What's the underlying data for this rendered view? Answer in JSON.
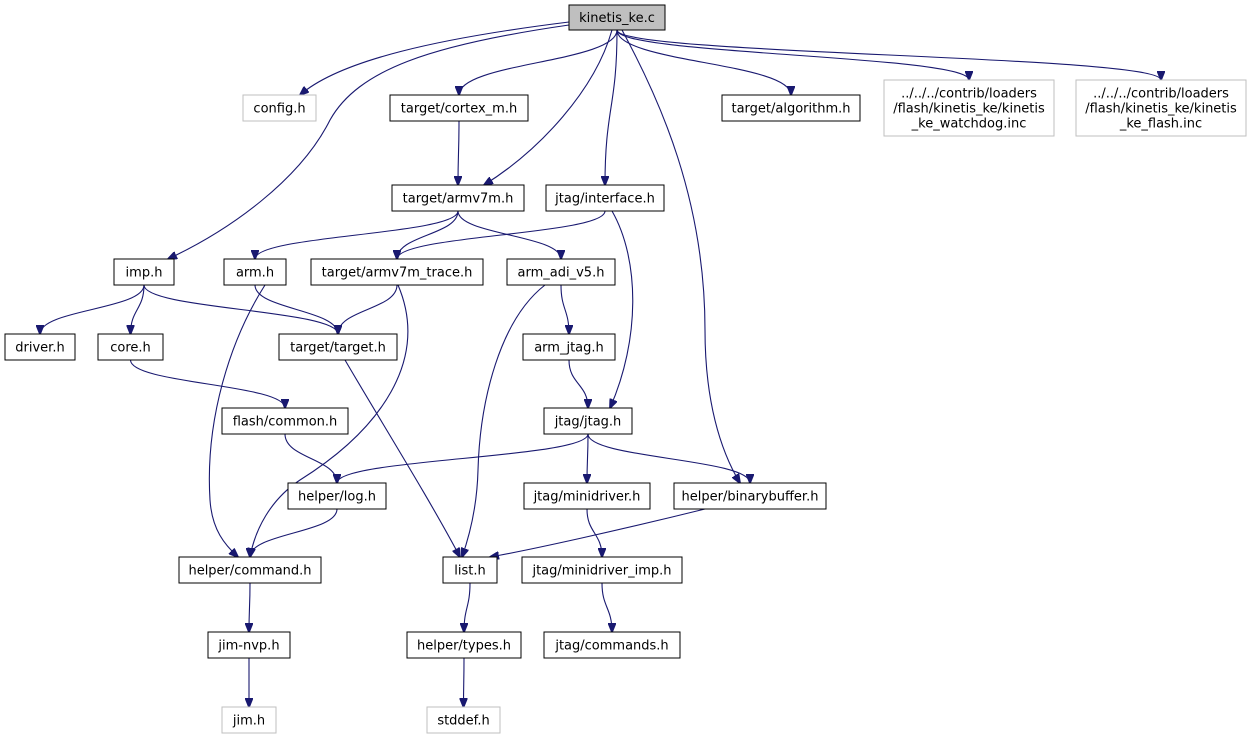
{
  "colors": {
    "edge": "#191970",
    "node_border": "#000000",
    "missing_border": "#bfbfbf",
    "root_fill": "#bfbfbf",
    "node_fill": "#ffffff"
  },
  "nodes": [
    {
      "id": "kinetis_ke_c",
      "lines": [
        "kinetis_ke.c"
      ],
      "style": "root"
    },
    {
      "id": "config_h",
      "lines": [
        "config.h"
      ],
      "style": "missing"
    },
    {
      "id": "target_cortex_m_h",
      "lines": [
        "target/cortex_m.h"
      ],
      "style": "normal"
    },
    {
      "id": "target_algorithm_h",
      "lines": [
        "target/algorithm.h"
      ],
      "style": "normal"
    },
    {
      "id": "kinetis_ke_watchdog_inc",
      "lines": [
        "../../../contrib/loaders",
        "/flash/kinetis_ke/kinetis",
        "_ke_watchdog.inc"
      ],
      "style": "missing"
    },
    {
      "id": "kinetis_ke_flash_inc",
      "lines": [
        "../../../contrib/loaders",
        "/flash/kinetis_ke/kinetis",
        "_ke_flash.inc"
      ],
      "style": "missing"
    },
    {
      "id": "target_armv7m_h",
      "lines": [
        "target/armv7m.h"
      ],
      "style": "normal"
    },
    {
      "id": "jtag_interface_h",
      "lines": [
        "jtag/interface.h"
      ],
      "style": "normal"
    },
    {
      "id": "imp_h",
      "lines": [
        "imp.h"
      ],
      "style": "normal"
    },
    {
      "id": "arm_h",
      "lines": [
        "arm.h"
      ],
      "style": "normal"
    },
    {
      "id": "target_armv7m_trace_h",
      "lines": [
        "target/armv7m_trace.h"
      ],
      "style": "normal"
    },
    {
      "id": "arm_adi_v5_h",
      "lines": [
        "arm_adi_v5.h"
      ],
      "style": "normal"
    },
    {
      "id": "driver_h",
      "lines": [
        "driver.h"
      ],
      "style": "normal"
    },
    {
      "id": "core_h",
      "lines": [
        "core.h"
      ],
      "style": "normal"
    },
    {
      "id": "target_target_h",
      "lines": [
        "target/target.h"
      ],
      "style": "normal"
    },
    {
      "id": "arm_jtag_h",
      "lines": [
        "arm_jtag.h"
      ],
      "style": "normal"
    },
    {
      "id": "flash_common_h",
      "lines": [
        "flash/common.h"
      ],
      "style": "normal"
    },
    {
      "id": "jtag_jtag_h",
      "lines": [
        "jtag/jtag.h"
      ],
      "style": "normal"
    },
    {
      "id": "helper_log_h",
      "lines": [
        "helper/log.h"
      ],
      "style": "normal"
    },
    {
      "id": "jtag_minidriver_h",
      "lines": [
        "jtag/minidriver.h"
      ],
      "style": "normal"
    },
    {
      "id": "helper_binarybuffer_h",
      "lines": [
        "helper/binarybuffer.h"
      ],
      "style": "normal"
    },
    {
      "id": "helper_command_h",
      "lines": [
        "helper/command.h"
      ],
      "style": "normal"
    },
    {
      "id": "list_h",
      "lines": [
        "list.h"
      ],
      "style": "normal"
    },
    {
      "id": "jtag_minidriver_imp_h",
      "lines": [
        "jtag/minidriver_imp.h"
      ],
      "style": "normal"
    },
    {
      "id": "jim_nvp_h",
      "lines": [
        "jim-nvp.h"
      ],
      "style": "normal"
    },
    {
      "id": "helper_types_h",
      "lines": [
        "helper/types.h"
      ],
      "style": "normal"
    },
    {
      "id": "jtag_commands_h",
      "lines": [
        "jtag/commands.h"
      ],
      "style": "normal"
    },
    {
      "id": "jim_h",
      "lines": [
        "jim.h"
      ],
      "style": "missing"
    },
    {
      "id": "stddef_h",
      "lines": [
        "stddef.h"
      ],
      "style": "missing"
    }
  ],
  "edges": [
    {
      "from": "kinetis_ke_c",
      "to": "config_h"
    },
    {
      "from": "kinetis_ke_c",
      "to": "target_cortex_m_h"
    },
    {
      "from": "kinetis_ke_c",
      "to": "target_armv7m_h"
    },
    {
      "from": "kinetis_ke_c",
      "to": "jtag_interface_h"
    },
    {
      "from": "kinetis_ke_c",
      "to": "target_algorithm_h"
    },
    {
      "from": "kinetis_ke_c",
      "to": "kinetis_ke_watchdog_inc"
    },
    {
      "from": "kinetis_ke_c",
      "to": "kinetis_ke_flash_inc"
    },
    {
      "from": "kinetis_ke_c",
      "to": "imp_h"
    },
    {
      "from": "kinetis_ke_c",
      "to": "helper_binarybuffer_h"
    },
    {
      "from": "target_cortex_m_h",
      "to": "target_armv7m_h"
    },
    {
      "from": "target_armv7m_h",
      "to": "arm_h"
    },
    {
      "from": "target_armv7m_h",
      "to": "target_armv7m_trace_h"
    },
    {
      "from": "target_armv7m_h",
      "to": "arm_adi_v5_h"
    },
    {
      "from": "jtag_interface_h",
      "to": "target_armv7m_trace_h"
    },
    {
      "from": "jtag_interface_h",
      "to": "jtag_jtag_h"
    },
    {
      "from": "imp_h",
      "to": "driver_h"
    },
    {
      "from": "imp_h",
      "to": "core_h"
    },
    {
      "from": "imp_h",
      "to": "target_target_h"
    },
    {
      "from": "arm_h",
      "to": "target_target_h"
    },
    {
      "from": "arm_h",
      "to": "helper_command_h"
    },
    {
      "from": "target_armv7m_trace_h",
      "to": "target_target_h"
    },
    {
      "from": "target_armv7m_trace_h",
      "to": "helper_command_h"
    },
    {
      "from": "arm_adi_v5_h",
      "to": "arm_jtag_h"
    },
    {
      "from": "arm_adi_v5_h",
      "to": "list_h"
    },
    {
      "from": "core_h",
      "to": "flash_common_h"
    },
    {
      "from": "target_target_h",
      "to": "list_h"
    },
    {
      "from": "arm_jtag_h",
      "to": "jtag_jtag_h"
    },
    {
      "from": "flash_common_h",
      "to": "helper_log_h"
    },
    {
      "from": "jtag_jtag_h",
      "to": "helper_log_h"
    },
    {
      "from": "jtag_jtag_h",
      "to": "jtag_minidriver_h"
    },
    {
      "from": "jtag_jtag_h",
      "to": "helper_binarybuffer_h"
    },
    {
      "from": "helper_log_h",
      "to": "helper_command_h"
    },
    {
      "from": "helper_binarybuffer_h",
      "to": "list_h"
    },
    {
      "from": "jtag_minidriver_h",
      "to": "jtag_minidriver_imp_h"
    },
    {
      "from": "helper_command_h",
      "to": "jim_nvp_h"
    },
    {
      "from": "list_h",
      "to": "helper_types_h"
    },
    {
      "from": "jtag_minidriver_imp_h",
      "to": "jtag_commands_h"
    },
    {
      "from": "jim_nvp_h",
      "to": "jim_h"
    },
    {
      "from": "helper_types_h",
      "to": "stddef_h"
    }
  ]
}
